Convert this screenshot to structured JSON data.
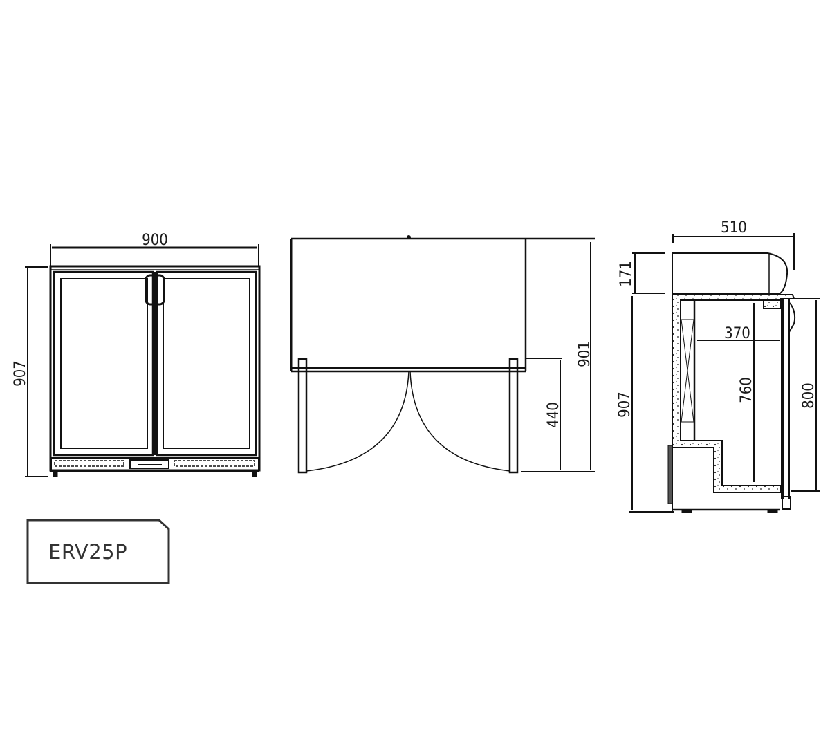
{
  "model": {
    "label": "ERV25P"
  },
  "front_view": {
    "width_dim": "900",
    "height_dim": "907"
  },
  "top_view": {
    "door_swing_depth_dim": "440",
    "total_depth_open_dim": "901"
  },
  "side_view": {
    "depth_dim": "510",
    "top_unit_height_dim": "171",
    "height_dim": "907",
    "interior_depth_dim": "370",
    "interior_height_dim": "760",
    "door_height_dim": "800"
  },
  "colors": {
    "line": "#111111",
    "label_text": "#333333",
    "label_border": "#333333",
    "background": "#ffffff"
  }
}
